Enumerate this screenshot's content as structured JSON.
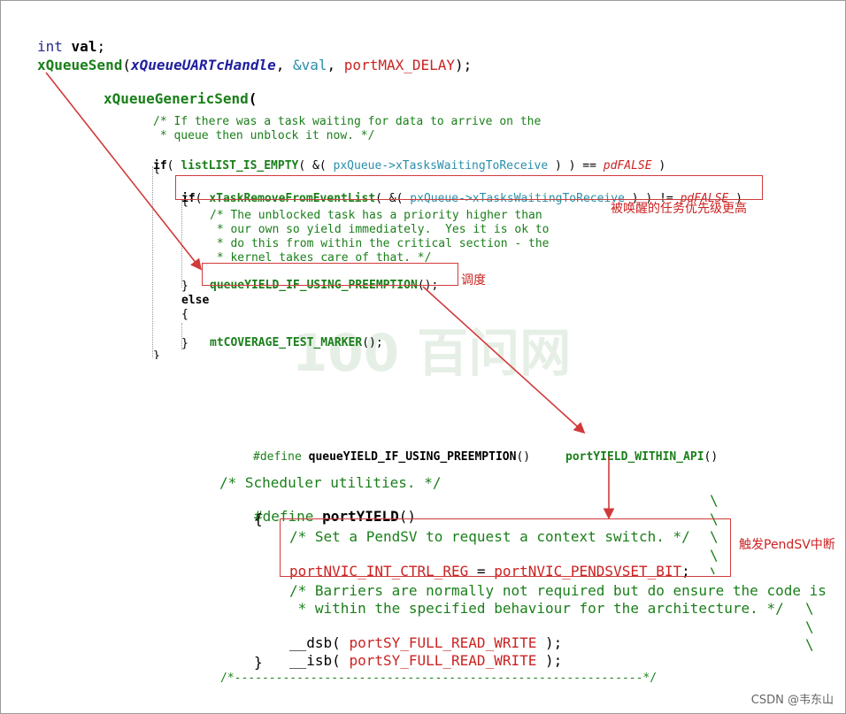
{
  "top": {
    "l1_type": "int",
    "l1_var": "val",
    "l1_end": ";",
    "l2_func": "xQueueSend",
    "l2_open": "(",
    "l2_arg1": "xQueueUARTcHandle",
    "l2_sep1": ", ",
    "l2_arg2": "&val",
    "l2_sep2": ", ",
    "l2_arg3": "portMAX_DELAY",
    "l2_end": ");",
    "l3_func": "xQueueGenericSend",
    "l3_open": "("
  },
  "snippet1": {
    "c1": "/* If there was a task waiting for data to arrive on the",
    "c2": " * queue then unblock it now. */",
    "if1_kw": "if",
    "if1_open": "( ",
    "if1_macro": "listLIST_IS_EMPTY",
    "if1_mid": "( &( ",
    "if1_member": "pxQueue->xTasksWaitingToReceive",
    "if1_tail": " ) ) == ",
    "if1_false": "pdFALSE",
    "if1_close": " )",
    "brace_open": "{",
    "if2_kw": "if",
    "if2_open": "( ",
    "if2_func": "xTaskRemoveFromEventList",
    "if2_mid": "( &( ",
    "if2_member": "pxQueue->xTasksWaitingToReceive",
    "if2_tail": " ) ) != ",
    "if2_false": "pdFALSE",
    "if2_close": " )",
    "brace2_open": "{",
    "c3": "/* The unblocked task has a priority higher than",
    "c4": " * our own so yield immediately.  Yes it is ok to",
    "c5": " * do this from within the critical section - the",
    "c6": " * kernel takes care of that. */",
    "yield_func": "queueYIELD_IF_USING_PREEMPTION",
    "yield_end": "();",
    "brace2_close": "}",
    "else_kw": "else",
    "brace3_open": "{",
    "marker_func": "mtCOVERAGE_TEST_MARKER",
    "marker_end": "();",
    "brace3_close": "}",
    "brace_close": "}"
  },
  "notes": {
    "higher_priority": "被唤醒的任务优先级更高",
    "schedule": "调度",
    "pendsv": "触发PendSV中断"
  },
  "snippet2": {
    "define_kw": "#define",
    "define_name": "queueYIELD_IF_USING_PREEMPTION",
    "define_paren": "()",
    "define_value": "portYIELD_WITHIN_API",
    "define_value_paren": "()"
  },
  "snippet3": {
    "c1": "/* Scheduler utilities. */",
    "define_kw": "#define",
    "define_name": "portYIELD",
    "define_paren": "()",
    "brace_open": "{",
    "c2": "/* Set a PendSV to request a context switch. */",
    "reg_name": "portNVIC_INT_CTRL_REG",
    "reg_eq": " = ",
    "reg_value": "portNVIC_PENDSVSET_BIT",
    "reg_end": ";",
    "c3": "/* Barriers are normally not required but do ensure the code is",
    "c4": " * within the specified behaviour for the architecture. */",
    "dsb_func": "__dsb",
    "dsb_open": "( ",
    "dsb_arg": "portSY_FULL_READ_WRITE",
    "dsb_end": " );",
    "isb_func": "__isb",
    "isb_open": "( ",
    "isb_arg": "portSY_FULL_READ_WRITE",
    "isb_end": " );",
    "brace_close": "}",
    "separator": "/*-----------------------------------------------------------*/",
    "bs": "\\"
  },
  "credit": "CSDN @韦东山",
  "colors": {
    "annotation": "#d13a3a",
    "keyword_green": "#1a7f1a",
    "literal_red": "#cc2222"
  }
}
